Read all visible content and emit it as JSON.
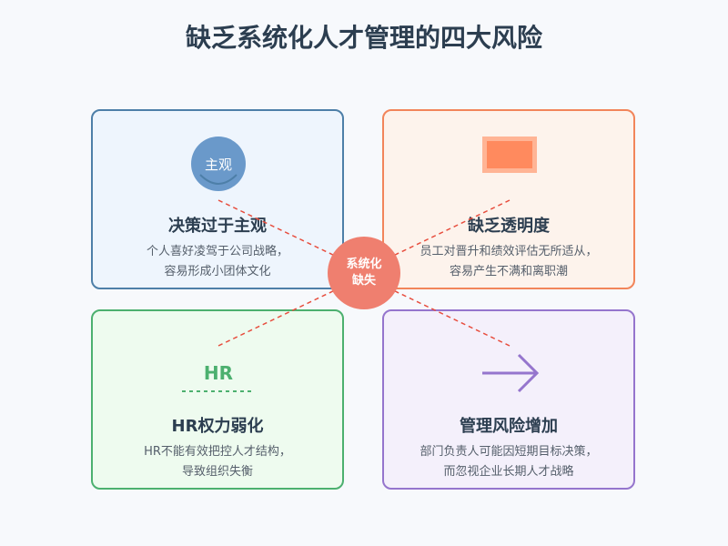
{
  "title": "缺乏系统化人才管理的四大风险",
  "center": {
    "line1": "系统化",
    "line2": "缺失"
  },
  "cards": [
    {
      "heading": "决策过于主观",
      "desc1": "个人喜好凌驾于公司战略，",
      "desc2": "容易形成小团体文化",
      "icon_label": "主观",
      "icon": "subjective-face-icon"
    },
    {
      "heading": "缺乏透明度",
      "desc1": "员工对晋升和绩效评估无所适从，",
      "desc2": "容易产生不满和离职潮",
      "icon": "opaque-box-icon"
    },
    {
      "heading": "HR权力弱化",
      "desc1": "HR不能有效把控人才结构，",
      "desc2": "导致组织失衡",
      "icon_label": "HR",
      "icon": "hr-weakened-icon"
    },
    {
      "heading": "管理风险增加",
      "desc1": "部门负责人可能因短期目标决策，",
      "desc2": "而忽视企业长期人才战略",
      "icon": "arrow-right-icon"
    }
  ],
  "colors": {
    "blue": "#4d7fa8",
    "orange": "#f2855a",
    "green": "#4cb06f",
    "purple": "#9575cd",
    "hub": "#ef7f6f",
    "dashed": "#e74c3c"
  }
}
